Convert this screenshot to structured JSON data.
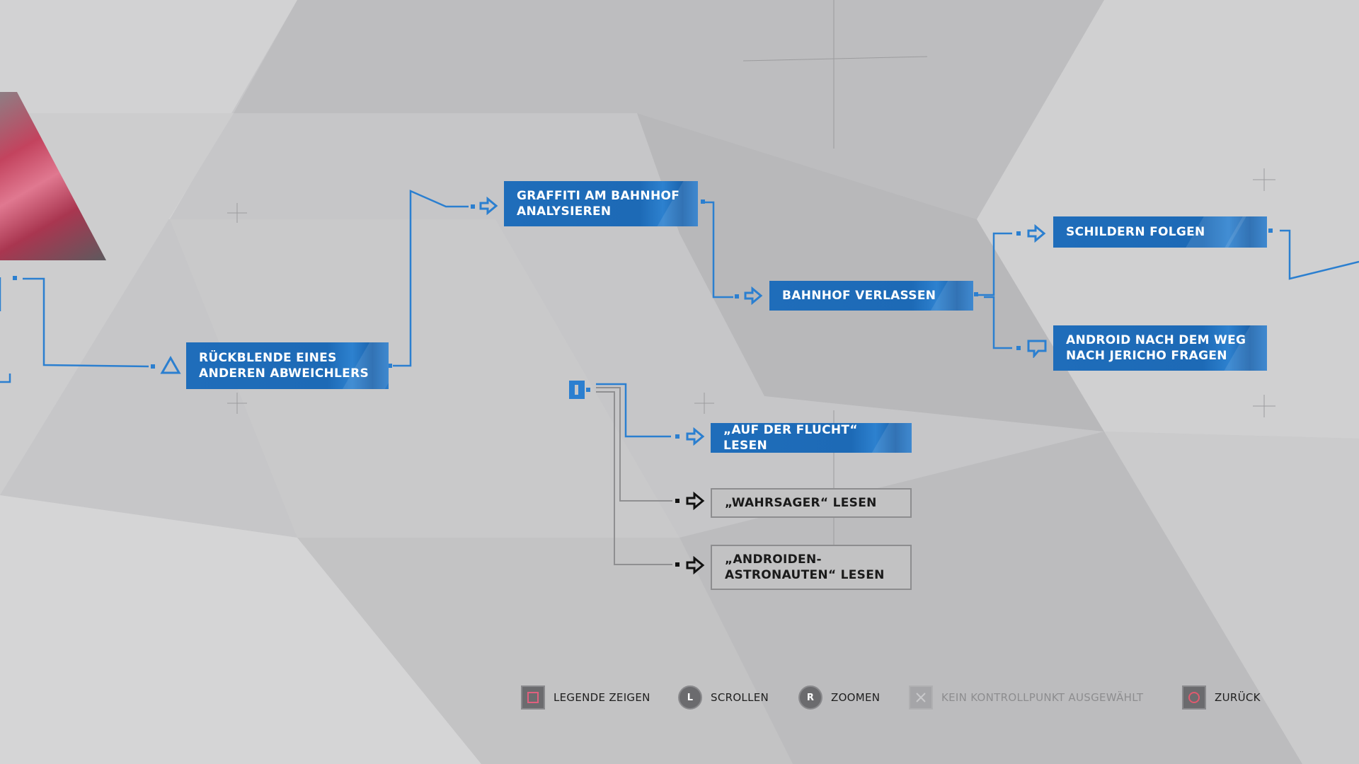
{
  "colors": {
    "background": "#c4c4c6",
    "node_blue": "#1f6dba",
    "connector": "#2b7fd0",
    "grey_connector": "#8f8f91",
    "square_button": "#e0607e",
    "circle_button": "#e05a6e"
  },
  "flowchart": {
    "nodes": [
      {
        "id": "flashback",
        "label": "RÜCKBLENDE EINES\nANDEREN ABWEICHLERS",
        "state": "unlocked",
        "icon": "triangle-icon"
      },
      {
        "id": "graffiti",
        "label": "GRAFFITI AM BAHNHOF\nANALYSIEREN",
        "state": "unlocked",
        "icon": "arrow-icon"
      },
      {
        "id": "leave-station",
        "label": "BAHNHOF VERLASSEN",
        "state": "unlocked",
        "icon": "arrow-icon"
      },
      {
        "id": "follow-signs",
        "label": "SCHILDERN FOLGEN",
        "state": "unlocked",
        "icon": "arrow-icon"
      },
      {
        "id": "ask-android",
        "label": "ANDROID NACH DEM WEG\nNACH JERICHO FRAGEN",
        "state": "unlocked",
        "icon": "speech-icon"
      },
      {
        "id": "read-flight",
        "label": "„AUF DER FLUCHT“ LESEN",
        "state": "unlocked",
        "icon": "arrow-icon"
      },
      {
        "id": "read-fortune",
        "label": "„WAHRSAGER“ LESEN",
        "state": "locked",
        "icon": "arrow-icon"
      },
      {
        "id": "read-astronauts",
        "label": "„ANDROIDEN-\nASTRONAUTEN“ LESEN",
        "state": "locked",
        "icon": "arrow-icon"
      }
    ]
  },
  "footer": {
    "prompts": [
      {
        "button": "square-button-icon",
        "glyph": "□",
        "label": "LEGENDE ZEIGEN",
        "enabled": true
      },
      {
        "button": "left-stick-icon",
        "glyph": "L",
        "label": "SCROLLEN",
        "enabled": true
      },
      {
        "button": "right-stick-icon",
        "glyph": "R",
        "label": "ZOOMEN",
        "enabled": true
      },
      {
        "button": "cross-button-icon",
        "glyph": "✕",
        "label": "KEIN KONTROLLPUNKT AUSGEWÄHLT",
        "enabled": false
      },
      {
        "button": "circle-button-icon",
        "glyph": "○",
        "label": "ZURÜCK",
        "enabled": true
      }
    ]
  }
}
